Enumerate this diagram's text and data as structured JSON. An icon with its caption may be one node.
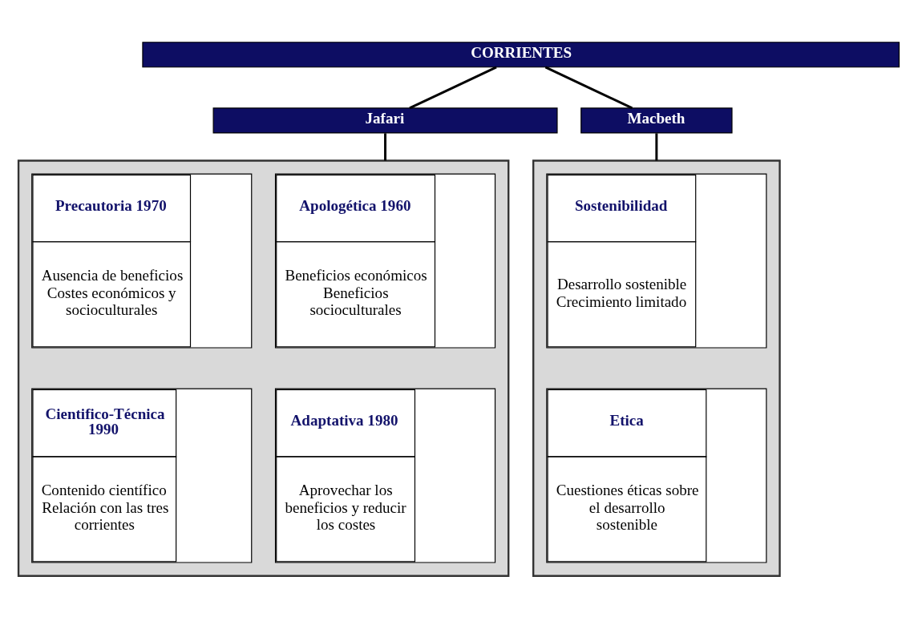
{
  "diagram": {
    "nodes": [
      {
        "text": [
          "CORRIENTES"
        ]
      },
      {
        "text": [
          "Jafari"
        ]
      },
      {
        "text": [
          "Macbeth"
        ]
      },
      {
        "text": [],
        "shape": "box"
      },
      {
        "text": [
          "Apologética 1960",
          "Beneficios económicos Beneficios socioculturales"
        ],
        "in": 3
      },
      {
        "text": [
          "Precautoria 1970",
          "Ausencia de beneficios Costes económicos y socioculturales"
        ],
        "in": 3
      },
      {
        "text": [
          "Adaptativa 1980",
          "Aprovechar los beneficios y reducir los costes"
        ],
        "in": 3
      },
      {
        "text": [
          "Cientifico-Técnica 1990",
          "Contenido científico Relación con las tres corrientes"
        ],
        "in": 3
      },
      {
        "text": [],
        "shape": "box"
      },
      {
        "text": [
          "Sostenibilidad",
          "Desarrollo sostenible Crecimiento limitado"
        ],
        "in": 8
      },
      {
        "text": [
          "Etica",
          "Cuestiones éticas sobre el desarrollo sostenible"
        ],
        "in": 8
      }
    ],
    "edges": [
      {
        "from": 0,
        "to": 1,
        "arrow": "none"
      },
      {
        "from": 0,
        "to": 2,
        "arrow": "none"
      },
      {
        "from": 1,
        "to": 3,
        "arrow": "none"
      },
      {
        "from": 2,
        "to": 8,
        "arrow": "none"
      }
    ]
  }
}
